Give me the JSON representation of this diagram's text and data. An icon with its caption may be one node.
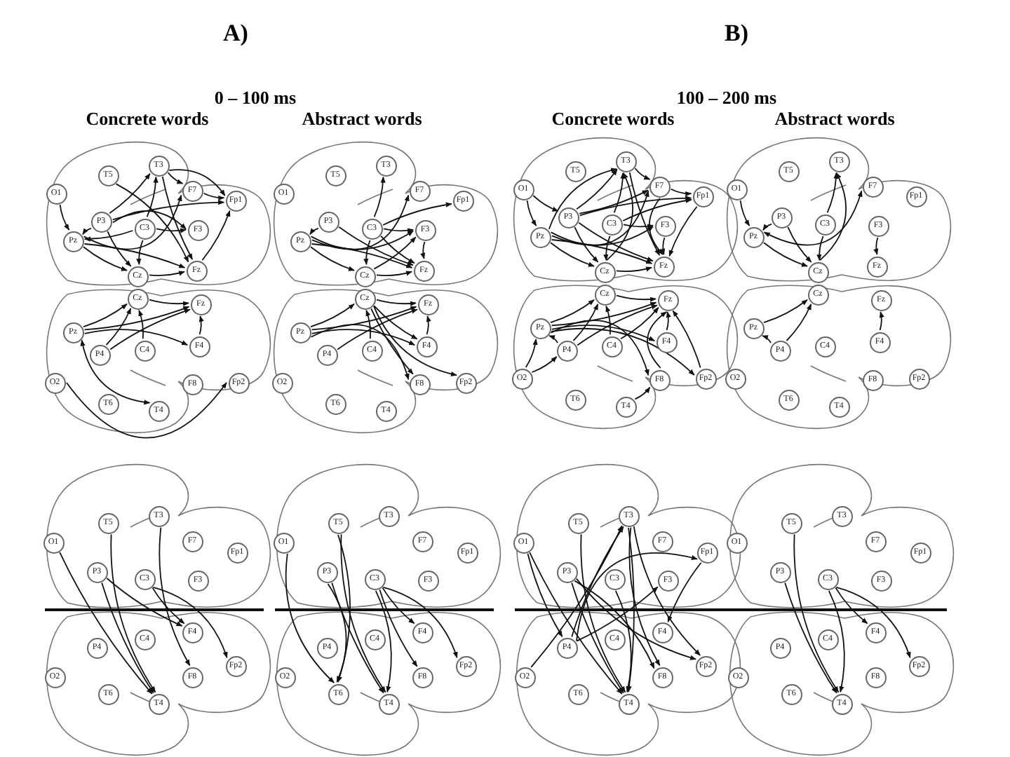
{
  "diagram": {
    "nodes": [
      {
        "text": [
          "O1"
        ]
      },
      {
        "text": [
          "T5"
        ]
      },
      {
        "text": [
          "T3"
        ]
      },
      {
        "text": [
          "F7"
        ]
      },
      {
        "text": [
          "Fp1"
        ]
      },
      {
        "text": [
          "P3"
        ]
      },
      {
        "text": [
          "C3"
        ]
      },
      {
        "text": [
          "F3"
        ]
      },
      {
        "text": [
          "Pz"
        ]
      },
      {
        "text": [
          "Cz"
        ]
      },
      {
        "text": [
          "Fz"
        ]
      },
      {
        "text": [
          "Cz"
        ]
      },
      {
        "text": [
          "Fz"
        ]
      },
      {
        "text": [
          "Pz"
        ]
      },
      {
        "text": [
          "P4"
        ]
      },
      {
        "text": [
          "C4"
        ]
      },
      {
        "text": [
          "F4"
        ]
      },
      {
        "text": [
          "O2"
        ]
      },
      {
        "text": [
          "F8"
        ]
      },
      {
        "text": [
          "Fp2"
        ]
      },
      {
        "text": [
          "T6"
        ]
      },
      {
        "text": [
          "T4"
        ]
      },
      {
        "text": [
          "O1"
        ]
      },
      {
        "text": [
          "T5"
        ]
      },
      {
        "text": [
          "T3"
        ]
      },
      {
        "text": [
          "F7"
        ]
      },
      {
        "text": [
          "Fp1"
        ]
      },
      {
        "text": [
          "P3"
        ]
      },
      {
        "text": [
          "C3"
        ]
      },
      {
        "text": [
          "F3"
        ]
      },
      {
        "text": [
          "Pz"
        ]
      },
      {
        "text": [
          "Cz"
        ]
      },
      {
        "text": [
          "Fz"
        ]
      },
      {
        "text": [
          "Cz"
        ]
      },
      {
        "text": [
          "Fz"
        ]
      },
      {
        "text": [
          "Pz"
        ]
      },
      {
        "text": [
          "P4"
        ]
      },
      {
        "text": [
          "C4"
        ]
      },
      {
        "text": [
          "F4"
        ]
      },
      {
        "text": [
          "O2"
        ]
      },
      {
        "text": [
          "F8"
        ]
      },
      {
        "text": [
          "Fp2"
        ]
      },
      {
        "text": [
          "T6"
        ]
      },
      {
        "text": [
          "T4"
        ]
      },
      {
        "text": [
          "O1"
        ]
      },
      {
        "text": [
          "T5"
        ]
      },
      {
        "text": [
          "T3"
        ]
      },
      {
        "text": [
          "F7"
        ]
      },
      {
        "text": [
          "Fp1"
        ]
      },
      {
        "text": [
          "P3"
        ]
      },
      {
        "text": [
          "C3"
        ]
      },
      {
        "text": [
          "F3"
        ]
      },
      {
        "text": [
          "Pz"
        ]
      },
      {
        "text": [
          "Cz"
        ]
      },
      {
        "text": [
          "Fz"
        ]
      },
      {
        "text": [
          "Cz"
        ]
      },
      {
        "text": [
          "Fz"
        ]
      },
      {
        "text": [
          "Pz"
        ]
      },
      {
        "text": [
          "P4"
        ]
      },
      {
        "text": [
          "C4"
        ]
      },
      {
        "text": [
          "F4"
        ]
      },
      {
        "text": [
          "O2"
        ]
      },
      {
        "text": [
          "F8"
        ]
      },
      {
        "text": [
          "Fp2"
        ]
      },
      {
        "text": [
          "T6"
        ]
      },
      {
        "text": [
          "T4"
        ]
      },
      {
        "text": [
          "O1"
        ]
      },
      {
        "text": [
          "T5"
        ]
      },
      {
        "text": [
          "T3"
        ]
      },
      {
        "text": [
          "F7"
        ]
      },
      {
        "text": [
          "Fp1"
        ]
      },
      {
        "text": [
          "P3"
        ]
      },
      {
        "text": [
          "C3"
        ]
      },
      {
        "text": [
          "F3"
        ]
      },
      {
        "text": [
          "Pz"
        ]
      },
      {
        "text": [
          "Cz"
        ]
      },
      {
        "text": [
          "Fz"
        ]
      },
      {
        "text": [
          "Cz"
        ]
      },
      {
        "text": [
          "Fz"
        ]
      },
      {
        "text": [
          "Pz"
        ]
      },
      {
        "text": [
          "P4"
        ]
      },
      {
        "text": [
          "C4"
        ]
      },
      {
        "text": [
          "F4"
        ]
      },
      {
        "text": [
          "O2"
        ]
      },
      {
        "text": [
          "F8"
        ]
      },
      {
        "text": [
          "Fp2"
        ]
      },
      {
        "text": [
          "T6"
        ]
      },
      {
        "text": [
          "T4"
        ]
      },
      {
        "text": [
          "O1"
        ]
      },
      {
        "text": [
          "T5"
        ]
      },
      {
        "text": [
          "T3"
        ]
      },
      {
        "text": [
          "F7"
        ]
      },
      {
        "text": [
          "Fp1"
        ]
      },
      {
        "text": [
          "P3"
        ]
      },
      {
        "text": [
          "C3"
        ]
      },
      {
        "text": [
          "F3"
        ]
      },
      {
        "text": [
          "P4"
        ]
      },
      {
        "text": [
          "C4"
        ]
      },
      {
        "text": [
          "F4"
        ]
      },
      {
        "text": [
          "O2"
        ]
      },
      {
        "text": [
          "T6"
        ]
      },
      {
        "text": [
          "T4"
        ]
      },
      {
        "text": [
          "F8"
        ]
      },
      {
        "text": [
          "Fp2"
        ]
      },
      {
        "text": [
          "O1"
        ]
      },
      {
        "text": [
          "T5"
        ]
      },
      {
        "text": [
          "T3"
        ]
      },
      {
        "text": [
          "F7"
        ]
      },
      {
        "text": [
          "Fp1"
        ]
      },
      {
        "text": [
          "P3"
        ]
      },
      {
        "text": [
          "C3"
        ]
      },
      {
        "text": [
          "F3"
        ]
      },
      {
        "text": [
          "P4"
        ]
      },
      {
        "text": [
          "C4"
        ]
      },
      {
        "text": [
          "F4"
        ]
      },
      {
        "text": [
          "O2"
        ]
      },
      {
        "text": [
          "T6"
        ]
      },
      {
        "text": [
          "T4"
        ]
      },
      {
        "text": [
          "F8"
        ]
      },
      {
        "text": [
          "Fp2"
        ]
      },
      {
        "text": [
          "O1"
        ]
      },
      {
        "text": [
          "T5"
        ]
      },
      {
        "text": [
          "T3"
        ]
      },
      {
        "text": [
          "F7"
        ]
      },
      {
        "text": [
          "Fp1"
        ]
      },
      {
        "text": [
          "P3"
        ]
      },
      {
        "text": [
          "C3"
        ]
      },
      {
        "text": [
          "F3"
        ]
      },
      {
        "text": [
          "P4"
        ]
      },
      {
        "text": [
          "C4"
        ]
      },
      {
        "text": [
          "F4"
        ]
      },
      {
        "text": [
          "O2"
        ]
      },
      {
        "text": [
          "T6"
        ]
      },
      {
        "text": [
          "T4"
        ]
      },
      {
        "text": [
          "F8"
        ]
      },
      {
        "text": [
          "Fp2"
        ]
      },
      {
        "text": [
          "O1"
        ]
      },
      {
        "text": [
          "T5"
        ]
      },
      {
        "text": [
          "T3"
        ]
      },
      {
        "text": [
          "F7"
        ]
      },
      {
        "text": [
          "Fp1"
        ]
      },
      {
        "text": [
          "P3"
        ]
      },
      {
        "text": [
          "C3"
        ]
      },
      {
        "text": [
          "F3"
        ]
      },
      {
        "text": [
          "P4"
        ]
      },
      {
        "text": [
          "C4"
        ]
      },
      {
        "text": [
          "F4"
        ]
      },
      {
        "text": [
          "O2"
        ]
      },
      {
        "text": [
          "T6"
        ]
      },
      {
        "text": [
          "T4"
        ]
      },
      {
        "text": [
          "F8"
        ]
      },
      {
        "text": [
          "Fp2"
        ]
      }
    ],
    "edges": [
      {
        "from": 0,
        "to": 8,
        "arrow": "to"
      },
      {
        "from": 5,
        "to": 8,
        "arrow": "to"
      },
      {
        "from": 5,
        "to": 2,
        "arrow": "to"
      },
      {
        "from": 5,
        "to": 7,
        "arrow": "to"
      },
      {
        "from": 5,
        "to": 4,
        "arrow": "to"
      },
      {
        "from": 5,
        "to": 9,
        "arrow": "to"
      },
      {
        "from": 6,
        "to": 2,
        "arrow": "to"
      },
      {
        "from": 6,
        "to": 9,
        "arrow": "to"
      },
      {
        "from": 6,
        "to": 7,
        "arrow": "to"
      },
      {
        "from": 6,
        "to": 8,
        "arrow": "to"
      },
      {
        "from": 1,
        "to": 10,
        "arrow": "to"
      },
      {
        "from": 2,
        "to": 3,
        "arrow": "to"
      },
      {
        "from": 2,
        "to": 4,
        "arrow": "to"
      },
      {
        "from": 2,
        "to": 10,
        "arrow": "to"
      },
      {
        "from": 3,
        "to": 4,
        "arrow": "to"
      },
      {
        "from": 9,
        "to": 10,
        "arrow": "to"
      },
      {
        "from": 10,
        "to": 4,
        "arrow": "to"
      },
      {
        "from": 8,
        "to": 10,
        "arrow": "to"
      },
      {
        "from": 8,
        "to": 9,
        "arrow": "to"
      },
      {
        "from": 8,
        "to": 3,
        "arrow": "to"
      },
      {
        "from": 13,
        "to": 11,
        "arrow": "to"
      },
      {
        "from": 13,
        "to": 12,
        "arrow": "to"
      },
      {
        "from": 13,
        "to": 16,
        "arrow": "to"
      },
      {
        "from": 14,
        "to": 11,
        "arrow": "to"
      },
      {
        "from": 14,
        "to": 12,
        "arrow": "to"
      },
      {
        "from": 15,
        "to": 11,
        "arrow": "to"
      },
      {
        "from": 16,
        "to": 12,
        "arrow": "to"
      },
      {
        "from": 11,
        "to": 12,
        "arrow": "to"
      },
      {
        "from": 17,
        "to": 19,
        "arrow": "to"
      },
      {
        "from": 13,
        "to": 21,
        "arrow": "both"
      },
      {
        "from": 28,
        "to": 24,
        "arrow": "to"
      },
      {
        "from": 28,
        "to": 29,
        "arrow": "to"
      },
      {
        "from": 28,
        "to": 31,
        "arrow": "to"
      },
      {
        "from": 28,
        "to": 32,
        "arrow": "to"
      },
      {
        "from": 28,
        "to": 26,
        "arrow": "to"
      },
      {
        "from": 30,
        "to": 25,
        "arrow": "to"
      },
      {
        "from": 30,
        "to": 29,
        "arrow": "to"
      },
      {
        "from": 30,
        "to": 31,
        "arrow": "to"
      },
      {
        "from": 30,
        "to": 32,
        "arrow": "to"
      },
      {
        "from": 27,
        "to": 30,
        "arrow": "to"
      },
      {
        "from": 27,
        "to": 32,
        "arrow": "to"
      },
      {
        "from": 29,
        "to": 32,
        "arrow": "to"
      },
      {
        "from": 31,
        "to": 29,
        "arrow": "to"
      },
      {
        "from": 31,
        "to": 32,
        "arrow": "to"
      },
      {
        "from": 35,
        "to": 33,
        "arrow": "to"
      },
      {
        "from": 35,
        "to": 34,
        "arrow": "to"
      },
      {
        "from": 35,
        "to": 38,
        "arrow": "to"
      },
      {
        "from": 35,
        "to": 40,
        "arrow": "to"
      },
      {
        "from": 36,
        "to": 34,
        "arrow": "to"
      },
      {
        "from": 37,
        "to": 33,
        "arrow": "to"
      },
      {
        "from": 33,
        "to": 34,
        "arrow": "to"
      },
      {
        "from": 33,
        "to": 38,
        "arrow": "to"
      },
      {
        "from": 33,
        "to": 40,
        "arrow": "to"
      },
      {
        "from": 33,
        "to": 41,
        "arrow": "to"
      },
      {
        "from": 38,
        "to": 34,
        "arrow": "to"
      },
      {
        "from": 44,
        "to": 49,
        "arrow": "to"
      },
      {
        "from": 44,
        "to": 52,
        "arrow": "to"
      },
      {
        "from": 52,
        "to": 46,
        "arrow": "to"
      },
      {
        "from": 49,
        "to": 46,
        "arrow": "to"
      },
      {
        "from": 52,
        "to": 47,
        "arrow": "to"
      },
      {
        "from": 52,
        "to": 51,
        "arrow": "to"
      },
      {
        "from": 52,
        "to": 54,
        "arrow": "to"
      },
      {
        "from": 52,
        "to": 53,
        "arrow": "to"
      },
      {
        "from": 49,
        "to": 47,
        "arrow": "to"
      },
      {
        "from": 49,
        "to": 48,
        "arrow": "to"
      },
      {
        "from": 49,
        "to": 54,
        "arrow": "to"
      },
      {
        "from": 49,
        "to": 53,
        "arrow": "to"
      },
      {
        "from": 50,
        "to": 46,
        "arrow": "to"
      },
      {
        "from": 50,
        "to": 53,
        "arrow": "to"
      },
      {
        "from": 50,
        "to": 51,
        "arrow": "to"
      },
      {
        "from": 50,
        "to": 48,
        "arrow": "to"
      },
      {
        "from": 46,
        "to": 47,
        "arrow": "to"
      },
      {
        "from": 46,
        "to": 54,
        "arrow": "to"
      },
      {
        "from": 47,
        "to": 48,
        "arrow": "to"
      },
      {
        "from": 47,
        "to": 54,
        "arrow": "to"
      },
      {
        "from": 48,
        "to": 54,
        "arrow": "to"
      },
      {
        "from": 51,
        "to": 54,
        "arrow": "to"
      },
      {
        "from": 53,
        "to": 54,
        "arrow": "to"
      },
      {
        "from": 53,
        "to": 46,
        "arrow": "to"
      },
      {
        "from": 57,
        "to": 55,
        "arrow": "to"
      },
      {
        "from": 57,
        "to": 56,
        "arrow": "to"
      },
      {
        "from": 57,
        "to": 60,
        "arrow": "to"
      },
      {
        "from": 57,
        "to": 62,
        "arrow": "to"
      },
      {
        "from": 57,
        "to": 63,
        "arrow": "to"
      },
      {
        "from": 58,
        "to": 57,
        "arrow": "to"
      },
      {
        "from": 61,
        "to": 57,
        "arrow": "to"
      },
      {
        "from": 61,
        "to": 58,
        "arrow": "to"
      },
      {
        "from": 58,
        "to": 55,
        "arrow": "to"
      },
      {
        "from": 58,
        "to": 56,
        "arrow": "to"
      },
      {
        "from": 59,
        "to": 55,
        "arrow": "to"
      },
      {
        "from": 59,
        "to": 56,
        "arrow": "to"
      },
      {
        "from": 55,
        "to": 56,
        "arrow": "to"
      },
      {
        "from": 60,
        "to": 56,
        "arrow": "to"
      },
      {
        "from": 62,
        "to": 56,
        "arrow": "to"
      },
      {
        "from": 63,
        "to": 56,
        "arrow": "to"
      },
      {
        "from": 65,
        "to": 62,
        "arrow": "to"
      },
      {
        "from": 66,
        "to": 74,
        "arrow": "to"
      },
      {
        "from": 71,
        "to": 74,
        "arrow": "to"
      },
      {
        "from": 71,
        "to": 75,
        "arrow": "to"
      },
      {
        "from": 74,
        "to": 75,
        "arrow": "to"
      },
      {
        "from": 74,
        "to": 69,
        "arrow": "both"
      },
      {
        "from": 72,
        "to": 68,
        "arrow": "to"
      },
      {
        "from": 72,
        "to": 75,
        "arrow": "to"
      },
      {
        "from": 75,
        "to": 68,
        "arrow": "to"
      },
      {
        "from": 73,
        "to": 76,
        "arrow": "to"
      },
      {
        "from": 80,
        "to": 79,
        "arrow": "to"
      },
      {
        "from": 80,
        "to": 77,
        "arrow": "to"
      },
      {
        "from": 79,
        "to": 77,
        "arrow": "to"
      },
      {
        "from": 82,
        "to": 78,
        "arrow": "to"
      },
      {
        "from": 88,
        "to": 101,
        "arrow": "to"
      },
      {
        "from": 89,
        "to": 101,
        "arrow": "to"
      },
      {
        "from": 93,
        "to": 101,
        "arrow": "to"
      },
      {
        "from": 93,
        "to": 98,
        "arrow": "to"
      },
      {
        "from": 94,
        "to": 98,
        "arrow": "to"
      },
      {
        "from": 94,
        "to": 103,
        "arrow": "to"
      },
      {
        "from": 90,
        "to": 102,
        "arrow": "to"
      },
      {
        "from": 104,
        "to": 116,
        "arrow": "to"
      },
      {
        "from": 105,
        "to": 116,
        "arrow": "to"
      },
      {
        "from": 105,
        "to": 117,
        "arrow": "to"
      },
      {
        "from": 109,
        "to": 116,
        "arrow": "to"
      },
      {
        "from": 109,
        "to": 117,
        "arrow": "to"
      },
      {
        "from": 110,
        "to": 117,
        "arrow": "to"
      },
      {
        "from": 110,
        "to": 114,
        "arrow": "to"
      },
      {
        "from": 110,
        "to": 118,
        "arrow": "to"
      },
      {
        "from": 110,
        "to": 119,
        "arrow": "to"
      },
      {
        "from": 131,
        "to": 122,
        "arrow": "to"
      },
      {
        "from": 128,
        "to": 122,
        "arrow": "to"
      },
      {
        "from": 128,
        "to": 124,
        "arrow": "to"
      },
      {
        "from": 128,
        "to": 127,
        "arrow": "to"
      },
      {
        "from": 120,
        "to": 128,
        "arrow": "to"
      },
      {
        "from": 120,
        "to": 133,
        "arrow": "to"
      },
      {
        "from": 121,
        "to": 133,
        "arrow": "to"
      },
      {
        "from": 125,
        "to": 133,
        "arrow": "to"
      },
      {
        "from": 125,
        "to": 134,
        "arrow": "to"
      },
      {
        "from": 126,
        "to": 133,
        "arrow": "to"
      },
      {
        "from": 122,
        "to": 133,
        "arrow": "to"
      },
      {
        "from": 122,
        "to": 134,
        "arrow": "to"
      },
      {
        "from": 122,
        "to": 135,
        "arrow": "to"
      },
      {
        "from": 124,
        "to": 130,
        "arrow": "to"
      },
      {
        "from": 125,
        "to": 135,
        "arrow": "to"
      },
      {
        "from": 137,
        "to": 149,
        "arrow": "to"
      },
      {
        "from": 141,
        "to": 149,
        "arrow": "to"
      },
      {
        "from": 142,
        "to": 149,
        "arrow": "to"
      },
      {
        "from": 142,
        "to": 146,
        "arrow": "to"
      },
      {
        "from": 142,
        "to": 151,
        "arrow": "to"
      }
    ],
    "labels": [
      "A)",
      "B)",
      "0 – 100 ms",
      "100 – 200 ms",
      "Concrete words",
      "Abstract words",
      "Concrete words",
      "Abstract words"
    ]
  }
}
